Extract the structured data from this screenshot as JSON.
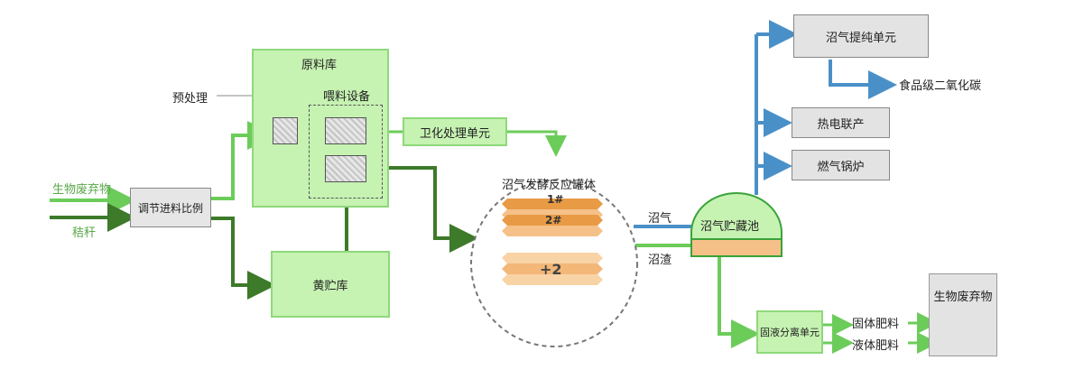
{
  "inputs": {
    "bio_waste": "生物废弃物",
    "straw": "秸秆"
  },
  "regulator": "调节进料比例",
  "raw_store": {
    "title": "原料库",
    "pretreat": "预处理",
    "feeder": "喂料设备"
  },
  "yellow_store": "黄贮库",
  "sanitize": "卫化处理单元",
  "digester": {
    "title": "沼气发酵反应罐体",
    "tank1": "1#",
    "tank2": "2#",
    "tank3": "+2"
  },
  "outputs": {
    "biogas": "沼气",
    "residue": "沼渣"
  },
  "gas_holder": "沼气贮藏池",
  "purify": "沼气提纯单元",
  "food_co2": "食品级二氧化碳",
  "chp": "热电联产",
  "boiler": "燃气锅炉",
  "separator": "固液分离单元",
  "solid_fert": "固体肥料",
  "liquid_fert": "液体肥料",
  "final_bio": "生物废弃物",
  "colors": {
    "light_green": "#6ccc5a",
    "dark_green": "#3d7a2a",
    "blue": "#4a90c8",
    "box_green": "#c6f2b2"
  }
}
